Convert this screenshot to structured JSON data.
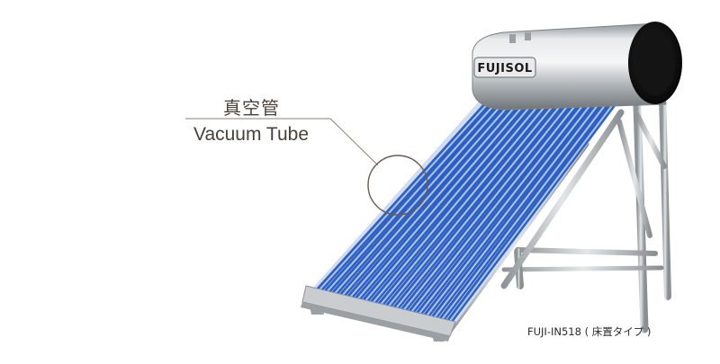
{
  "callout": {
    "title_jp": "真空管",
    "title_en": "Vacuum Tube"
  },
  "product": {
    "brand": "FUJISOL",
    "model": "FUJI-IN518 ( 床置タイプ )"
  },
  "colors": {
    "text": "#4a4039",
    "callout_line": "#8a8078",
    "circle": "#6b5a55",
    "tube_blue": "#3f73d0",
    "tank_steel": "#cfd3d6",
    "frame_steel": "#b9bec2"
  }
}
